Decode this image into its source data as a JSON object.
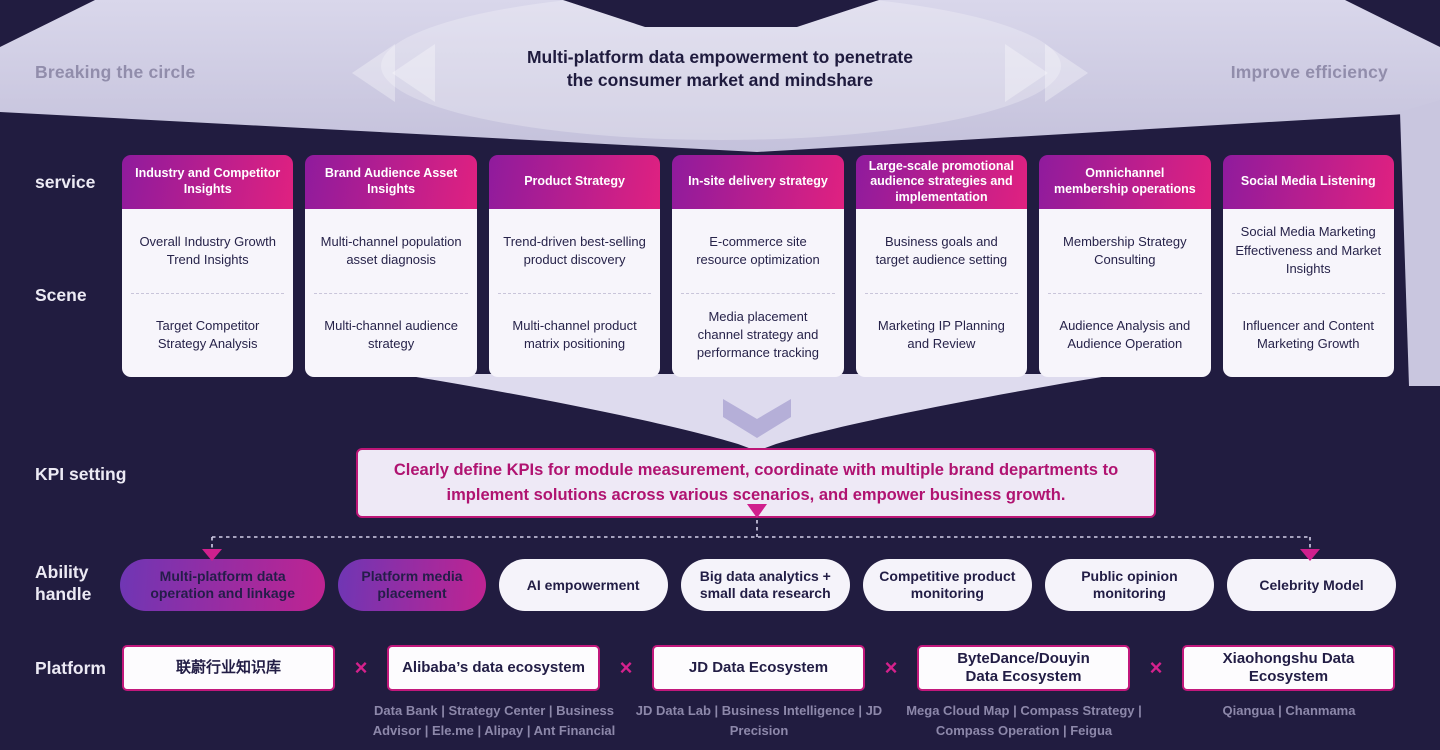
{
  "banner": {
    "left_label": "Breaking the circle",
    "title": "Multi-platform data empowerment to penetrate the consumer market and mindshare",
    "right_label": "Improve efficiency"
  },
  "row_labels": {
    "service": "service",
    "scene": "Scene",
    "kpi": "KPI setting",
    "ability": "Ability handle",
    "platform": "Platform"
  },
  "services": [
    {
      "title": "Industry and Competitor Insights",
      "scenes": [
        "Overall Industry Growth Trend Insights",
        "Target Competitor Strategy Analysis"
      ]
    },
    {
      "title": "Brand Audience Asset Insights",
      "scenes": [
        "Multi-channel population asset diagnosis",
        "Multi-channel audience strategy"
      ]
    },
    {
      "title": "Product Strategy",
      "scenes": [
        "Trend-driven best-selling product discovery",
        "Multi-channel product matrix positioning"
      ]
    },
    {
      "title": "In-site delivery strategy",
      "scenes": [
        "E-commerce site resource optimization",
        "Media placement channel strategy and performance tracking"
      ]
    },
    {
      "title": "Large-scale promotional audience strategies and implementation",
      "scenes": [
        "Business goals and target audience setting",
        "Marketing IP Planning and Review"
      ]
    },
    {
      "title": "Omnichannel membership operations",
      "scenes": [
        "Membership Strategy Consulting",
        "Audience Analysis and Audience Operation"
      ]
    },
    {
      "title": "Social Media Listening",
      "scenes": [
        "Social Media Marketing Effectiveness and Market Insights",
        "Influencer and Content Marketing Growth"
      ]
    }
  ],
  "kpi_text": "Clearly define KPIs for module measurement, coordinate with multiple brand departments to implement solutions across various scenarios, and empower business growth.",
  "abilities": [
    "Multi-platform data operation and linkage",
    "Platform media placement",
    "AI empowerment",
    "Big data analytics + small data research",
    "Competitive product monitoring",
    "Public opinion monitoring",
    "Celebrity Model"
  ],
  "platforms": {
    "separator": "×",
    "items": [
      {
        "name": "联蔚行业知识库",
        "caption": ""
      },
      {
        "name": "Alibaba’s data ecosystem",
        "caption": "Data Bank | Strategy Center | Business Advisor | Ele.me | Alipay | Ant Financial"
      },
      {
        "name": "JD Data Ecosystem",
        "caption": "JD Data Lab | Business Intelligence | JD Precision"
      },
      {
        "name": "ByteDance/Douyin Data Ecosystem",
        "caption": "Mega Cloud Map | Compass Strategy | Compass Operation | Feigua"
      },
      {
        "name": "Xiaohongshu Data Ecosystem",
        "caption": "Qiangua | Chanmama"
      }
    ]
  },
  "colors": {
    "background": "#211c40",
    "accent": "#d0208d",
    "card_header_start": "#8f1b9d",
    "card_header_end": "#e02180",
    "band": "#cbc8e1"
  }
}
